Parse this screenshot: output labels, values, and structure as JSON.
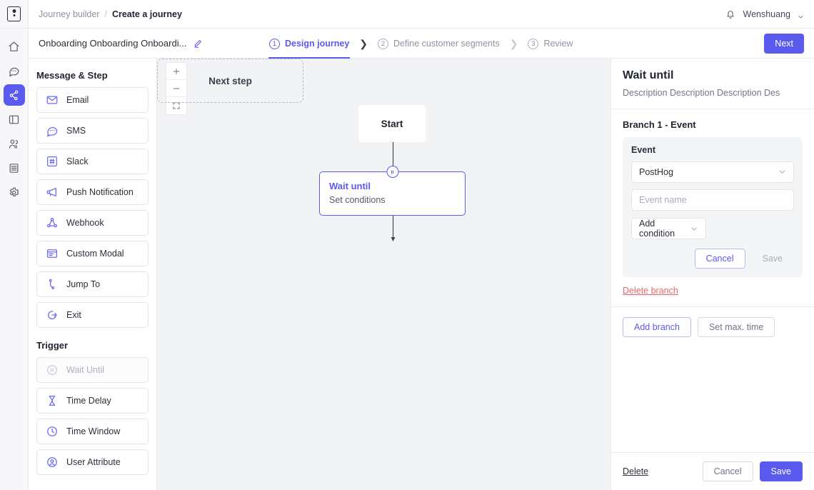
{
  "rail": {
    "logo_icon": "app-logo-icon",
    "items": [
      {
        "icon": "home-icon",
        "name": "home",
        "active": false
      },
      {
        "icon": "chat-bubble-icon",
        "name": "messages",
        "active": false
      },
      {
        "icon": "journey-icon",
        "name": "journey",
        "active": true
      },
      {
        "icon": "layout-panel-icon",
        "name": "templates",
        "active": false
      },
      {
        "icon": "users-icon",
        "name": "audience",
        "active": false
      },
      {
        "icon": "list-icon",
        "name": "data",
        "active": false
      },
      {
        "icon": "gear-icon",
        "name": "settings",
        "active": false
      }
    ]
  },
  "topbar": {
    "breadcrumb_parent": "Journey builder",
    "breadcrumb_separator": "/",
    "breadcrumb_current": "Create a journey",
    "bell_icon": "bell-icon",
    "user_name": "Wenshuang",
    "user_caret_icon": "chevron-down-icon"
  },
  "stepbar": {
    "journey_title": "Onboarding Onboarding Onboardi...",
    "edit_icon": "pencil-icon",
    "steps": [
      {
        "num": "1",
        "label": "Design journey",
        "active": true
      },
      {
        "num": "2",
        "label": "Define customer segments",
        "active": false
      },
      {
        "num": "3",
        "label": "Review",
        "active": false
      }
    ],
    "arrow_icon": "chevron-right-icon",
    "next_label": "Next"
  },
  "palette": {
    "message_heading": "Message & Step",
    "message_items": [
      {
        "label": "Email",
        "icon": "envelope-icon"
      },
      {
        "label": "SMS",
        "icon": "sms-bubble-icon"
      },
      {
        "label": "Slack",
        "icon": "slack-icon"
      },
      {
        "label": "Push Notification",
        "icon": "megaphone-icon"
      },
      {
        "label": "Webhook",
        "icon": "webhook-icon"
      },
      {
        "label": "Custom Modal",
        "icon": "modal-window-icon"
      },
      {
        "label": "Jump To",
        "icon": "jump-to-icon"
      },
      {
        "label": "Exit",
        "icon": "exit-icon"
      }
    ],
    "trigger_heading": "Trigger",
    "trigger_items": [
      {
        "label": "Wait Until",
        "icon": "pause-circle-icon",
        "disabled": true
      },
      {
        "label": "Time Delay",
        "icon": "hourglass-icon",
        "disabled": false
      },
      {
        "label": "Time Window",
        "icon": "clock-icon",
        "disabled": false
      },
      {
        "label": "User Attribute",
        "icon": "user-circle-icon",
        "disabled": false
      }
    ]
  },
  "canvas": {
    "zoom_in_icon": "plus-icon",
    "zoom_out_icon": "minus-icon",
    "fit_view_icon": "fit-screen-icon",
    "nodes": {
      "start_label": "Start",
      "wait_title": "Wait until",
      "wait_subtitle": "Set conditions",
      "wait_badge_icon": "pause-icon",
      "next_step_label": "Next step"
    }
  },
  "panel": {
    "title": "Wait until",
    "description": "Description Description Description Des",
    "branch_title": "Branch 1 - Event",
    "event_card": {
      "label": "Event",
      "source_value": "PostHog",
      "source_caret_icon": "chevron-down-icon",
      "event_name_placeholder": "Event name",
      "event_name_value": "",
      "add_condition_label": "Add condition",
      "add_condition_caret_icon": "chevron-down-icon",
      "cancel_label": "Cancel",
      "save_label": "Save"
    },
    "delete_branch_label": "Delete branch",
    "add_branch_label": "Add branch",
    "set_max_time_label": "Set max. time",
    "footer": {
      "delete_label": "Delete",
      "cancel_label": "Cancel",
      "save_label": "Save"
    }
  },
  "colors": {
    "accent": "#5A5AEE",
    "accent_soft": "#6B6BF0",
    "canvas_bg": "#F2F3F5",
    "danger": "#E36A6A",
    "muted_text": "#8C93A1"
  }
}
